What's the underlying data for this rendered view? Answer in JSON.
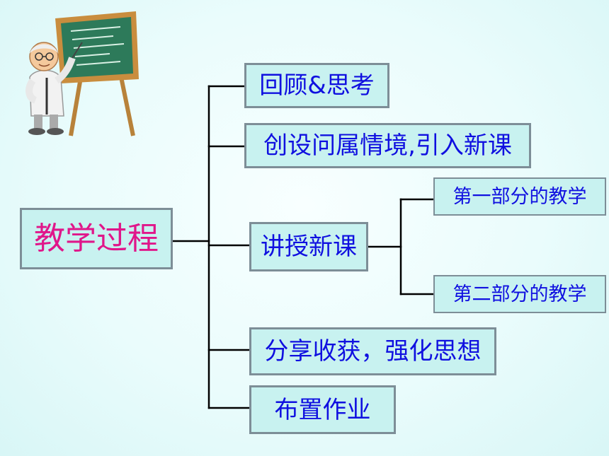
{
  "diagram": {
    "root": "教学过程",
    "steps": [
      "回顾&思考",
      "创设问属情境,引入新课",
      "讲授新课",
      "分享收获，强化思想",
      "布置作业"
    ],
    "teaching_parts": [
      "第一部分的教学",
      "第二部分的教学"
    ]
  },
  "colors": {
    "root_text": "#e0168a",
    "node_text": "#1010e0",
    "node_fill": "#c8f2f0",
    "node_border": "#7d8e97",
    "connector": "#000000"
  },
  "icons": {
    "illustration": "teacher-at-chalkboard"
  }
}
